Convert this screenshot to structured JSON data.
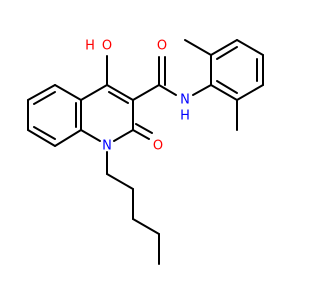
{
  "molecule": {
    "atoms": {
      "hydroxyl_oxygen": {
        "label": "O",
        "color": "#ff0000"
      },
      "hydroxyl_hydrogen": {
        "label": "H",
        "color": "#ff0000"
      },
      "amide_oxygen": {
        "label": "O",
        "color": "#ff0000"
      },
      "carbonyl_oxygen": {
        "label": "O",
        "color": "#ff0000"
      },
      "amide_nitrogen": {
        "label": "N",
        "color": "#0000ff"
      },
      "amide_hydrogen": {
        "label": "H",
        "color": "#0000ff"
      },
      "ring_nitrogen": {
        "label": "N",
        "color": "#0000ff"
      }
    }
  }
}
